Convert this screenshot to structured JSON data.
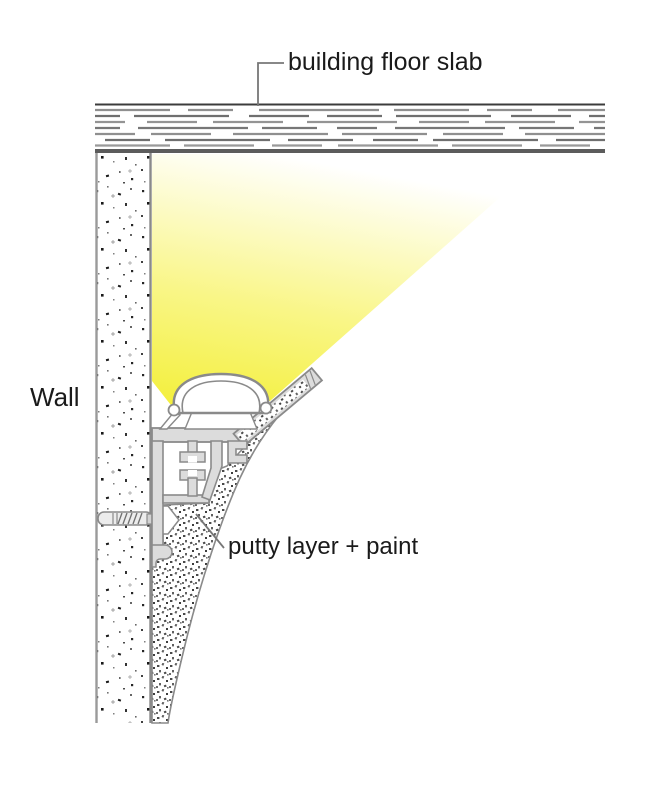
{
  "labels": {
    "building_floor_slab": "building floor slab",
    "wall": "Wall",
    "putty_layer_paint": "putty layer + paint"
  },
  "colors": {
    "beam_yellow": "#f3ef37",
    "beam_mid": "#f9f687",
    "beam_fade": "#ffffff",
    "aluminum": "#dcdcdc",
    "outline": "#8a8a8a",
    "text": "#1a1a1a"
  },
  "components": [
    "building floor slab",
    "wall",
    "light beam",
    "aluminum LED cove profile",
    "lens dome cover",
    "expansion screw anchor",
    "putty layer with paint"
  ]
}
